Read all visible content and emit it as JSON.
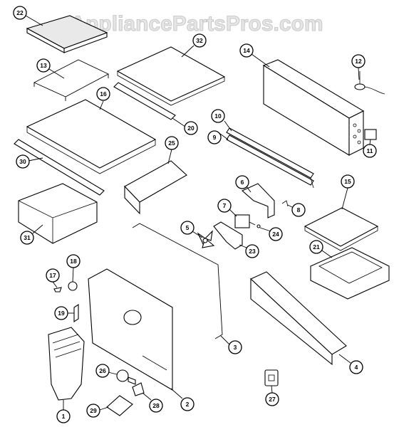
{
  "watermark": "AppliancePartsPros.com",
  "parts": [
    {
      "id": "p1",
      "label": "1"
    },
    {
      "id": "p2",
      "label": "2"
    },
    {
      "id": "p3",
      "label": "3"
    },
    {
      "id": "p4",
      "label": "4"
    },
    {
      "id": "p5",
      "label": "5"
    },
    {
      "id": "p6",
      "label": "6"
    },
    {
      "id": "p7",
      "label": "7"
    },
    {
      "id": "p8",
      "label": "8"
    },
    {
      "id": "p9",
      "label": "9"
    },
    {
      "id": "p10",
      "label": "10"
    },
    {
      "id": "p11",
      "label": "11"
    },
    {
      "id": "p12",
      "label": "12"
    },
    {
      "id": "p13",
      "label": "13"
    },
    {
      "id": "p14",
      "label": "14"
    },
    {
      "id": "p15",
      "label": "15"
    },
    {
      "id": "p16",
      "label": "16"
    },
    {
      "id": "p17",
      "label": "17"
    },
    {
      "id": "p18",
      "label": "18"
    },
    {
      "id": "p19",
      "label": "19"
    },
    {
      "id": "p20",
      "label": "20"
    },
    {
      "id": "p21",
      "label": "21"
    },
    {
      "id": "p22",
      "label": "22"
    },
    {
      "id": "p23",
      "label": "23"
    },
    {
      "id": "p24",
      "label": "24"
    },
    {
      "id": "p25",
      "label": "25"
    },
    {
      "id": "p26",
      "label": "26"
    },
    {
      "id": "p27",
      "label": "27"
    },
    {
      "id": "p28",
      "label": "28"
    },
    {
      "id": "p29",
      "label": "29"
    },
    {
      "id": "p30",
      "label": "30"
    },
    {
      "id": "p31",
      "label": "31"
    },
    {
      "id": "p32",
      "label": "32"
    }
  ]
}
